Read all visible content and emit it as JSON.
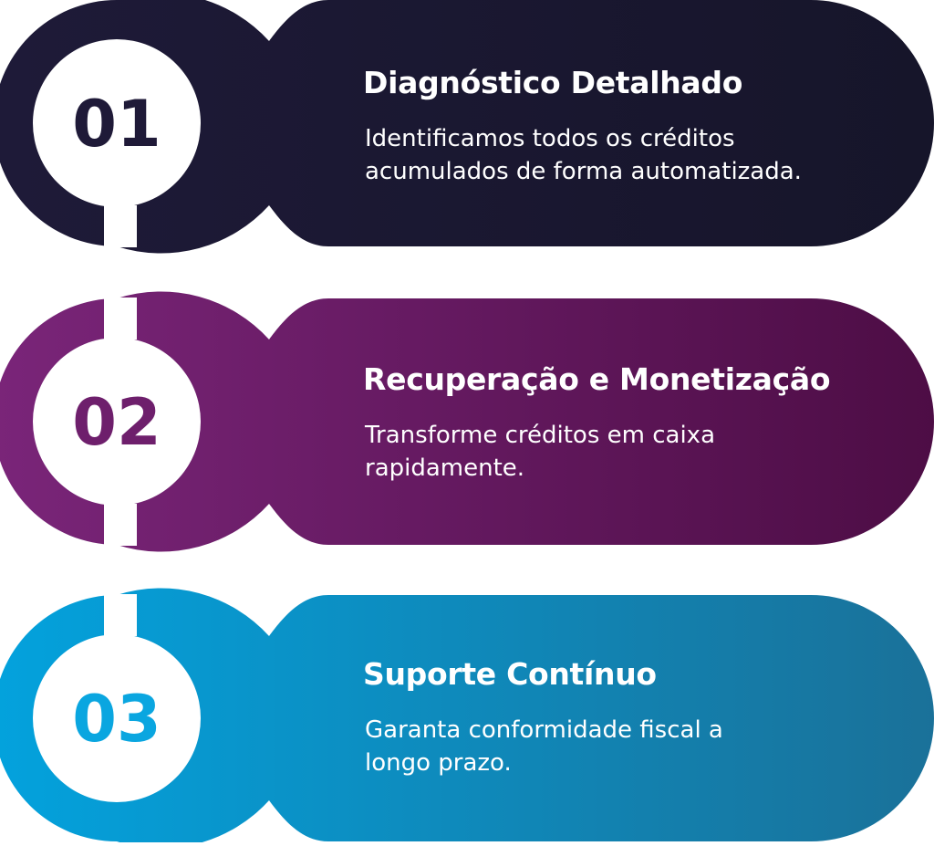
{
  "steps": [
    {
      "number": "01",
      "title": "Diagnóstico Detalhado",
      "description": "Identificamos todos os créditos acumulados de forma automatizada.",
      "gradient": [
        "#1e1a38",
        "#16152a"
      ],
      "number_color": "#1f1a38"
    },
    {
      "number": "02",
      "title": "Recuperação e Monetização",
      "description": "Transforme créditos em caixa rapidamente.",
      "gradient": [
        "#7a2579",
        "#4d0d45"
      ],
      "number_color": "#6e1f6c"
    },
    {
      "number": "03",
      "title": "Suporte Contínuo",
      "description": "Garanta conformidade fiscal a longo prazo.",
      "gradient": [
        "#03a2dd",
        "#1a7199"
      ],
      "number_color": "#0aa6e0"
    }
  ]
}
